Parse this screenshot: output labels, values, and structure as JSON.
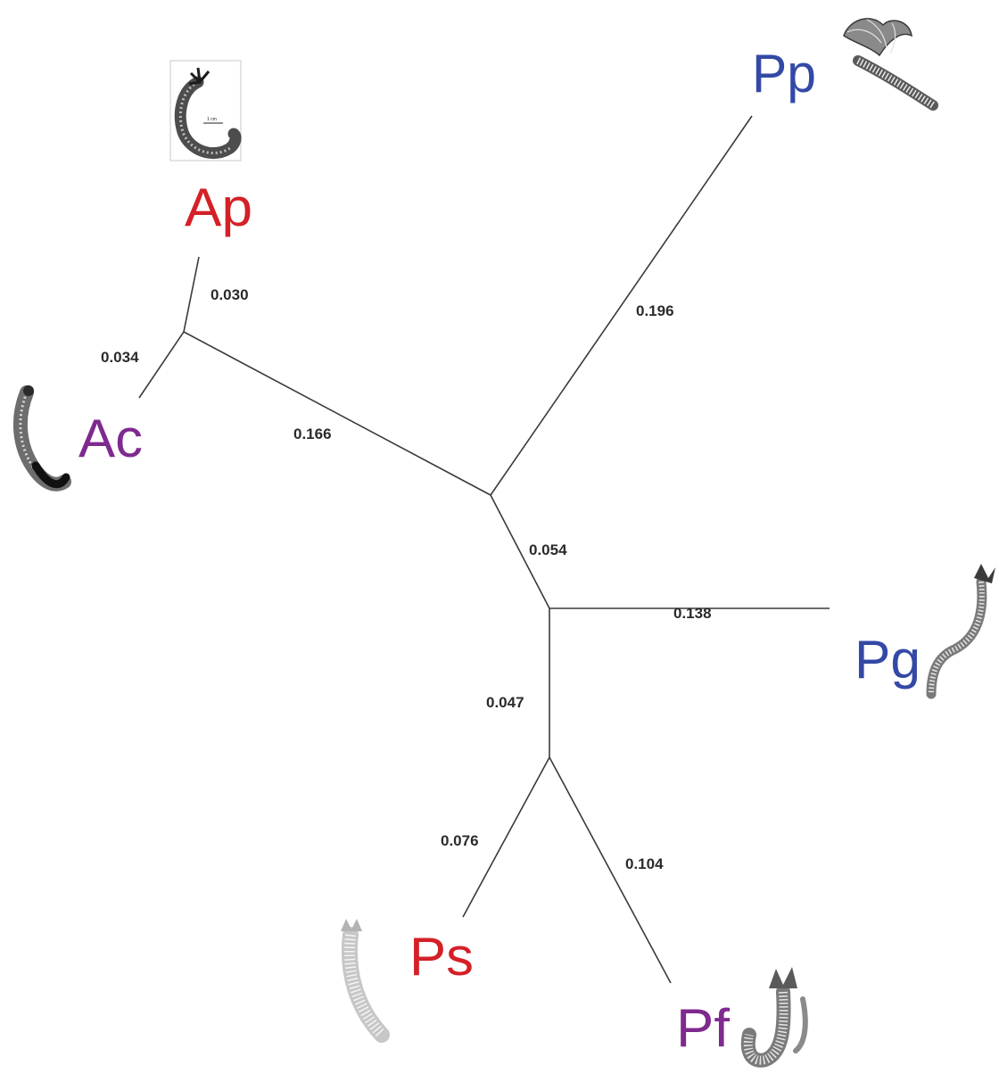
{
  "colors": {
    "red": "#d42027",
    "blue": "#3449a6",
    "purple": "#7e2a8e",
    "branch": "#3a3a3a"
  },
  "taxa": [
    {
      "id": "ap",
      "label": "Ap",
      "color": "#d42027",
      "icon": "worm-illustration-icon"
    },
    {
      "id": "ac",
      "label": "Ac",
      "color": "#7e2a8e",
      "icon": "worm-illustration-icon"
    },
    {
      "id": "pp",
      "label": "Pp",
      "color": "#3449a6",
      "icon": "tube-worm-illustration-icon"
    },
    {
      "id": "pg",
      "label": "Pg",
      "color": "#3449a6",
      "icon": "worm-illustration-icon"
    },
    {
      "id": "ps",
      "label": "Ps",
      "color": "#d42027",
      "icon": "worm-illustration-icon"
    },
    {
      "id": "pf",
      "label": "Pf",
      "color": "#7e2a8e",
      "icon": "worm-illustration-icon"
    }
  ],
  "branches": [
    {
      "id": "ap",
      "length": "0.030"
    },
    {
      "id": "ac",
      "length": "0.034"
    },
    {
      "id": "acap-stem",
      "length": "0.166"
    },
    {
      "id": "pp",
      "length": "0.196"
    },
    {
      "id": "center-stem",
      "length": "0.054"
    },
    {
      "id": "pg",
      "length": "0.138"
    },
    {
      "id": "lower-stem",
      "length": "0.047"
    },
    {
      "id": "ps",
      "length": "0.076"
    },
    {
      "id": "pf",
      "length": "0.104"
    }
  ],
  "scale_bar_label": "1 cm"
}
